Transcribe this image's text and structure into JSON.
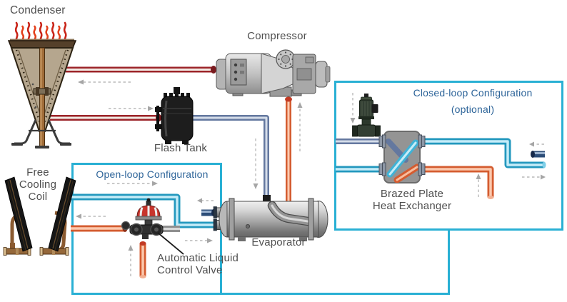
{
  "diagram": {
    "components": {
      "condenser": "Condenser",
      "compressor": "Compressor",
      "flash_tank": "Flash Tank",
      "free_cooling_coil_lines": [
        "Free",
        "Cooling",
        "Coil"
      ],
      "evaporator": "Evaporator",
      "control_valve_lines": [
        "Automatic Liquid",
        "Control Valve"
      ],
      "heat_exchanger_lines": [
        "Brazed Plate",
        "Heat Exchanger"
      ]
    },
    "sections": {
      "open_loop": {
        "title": "Open-loop Configuration"
      },
      "closed_loop": {
        "title": "Closed-loop Configuration",
        "subtitle": "(optional)"
      }
    },
    "colors": {
      "section_border": "#29b0d4",
      "section_title_text": "#2d6499",
      "label_text": "#4f4f4f",
      "hot_water_pipe": "#d45c30",
      "chilled_water_pipe": "#2398be",
      "hot_refrigerant_pipe": "#9c2328",
      "cold_refrigerant_pipe": "#64789f",
      "cut_pipe_stub": "#2c4d78"
    }
  }
}
